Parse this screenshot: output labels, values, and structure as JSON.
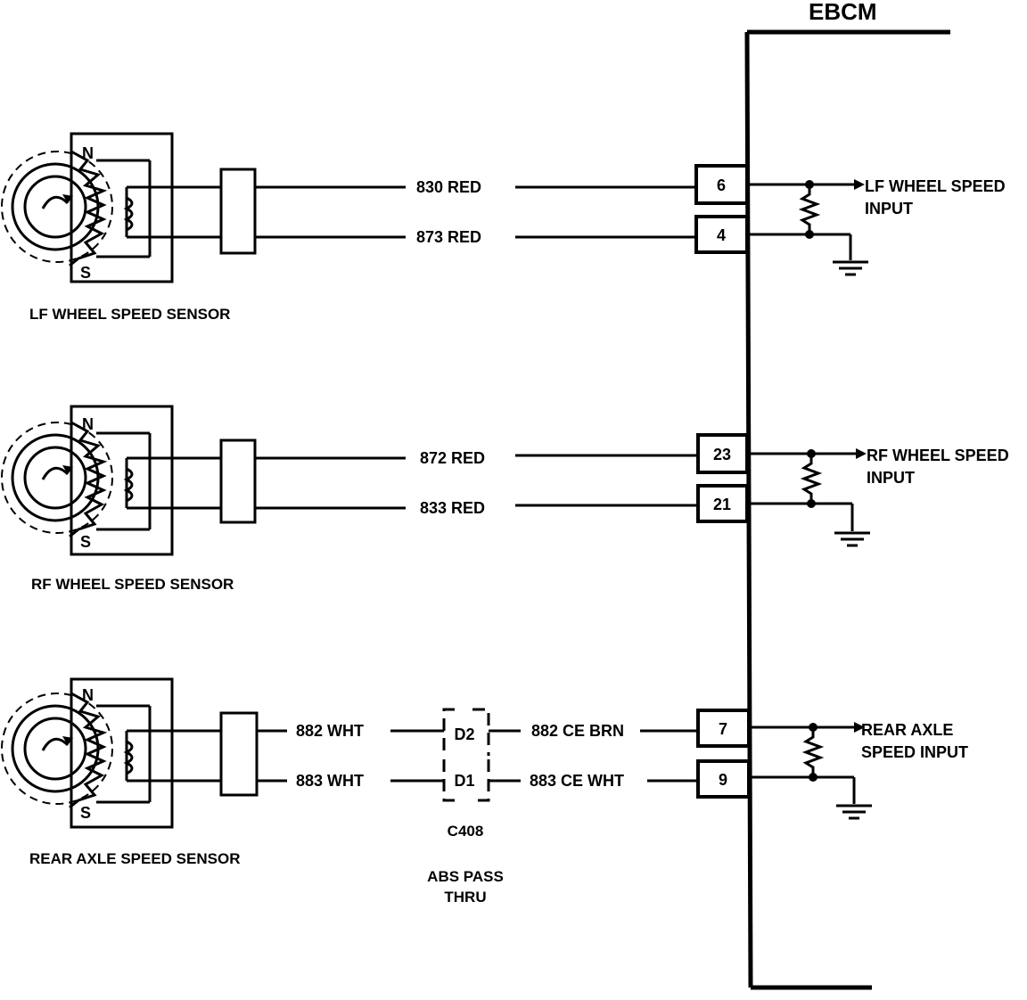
{
  "module": {
    "title": "EBCM"
  },
  "sensors": [
    {
      "label": "LF WHEEL SPEED SENSOR",
      "pole_n": "N",
      "pole_s": "S",
      "wire_top": "830 RED",
      "wire_bottom": "873 RED",
      "pin_top": "6",
      "pin_bottom": "4",
      "input_label": [
        "LF WHEEL SPEED",
        "INPUT"
      ]
    },
    {
      "label": "RF WHEEL SPEED SENSOR",
      "pole_n": "N",
      "pole_s": "S",
      "wire_top": "872 RED",
      "wire_bottom": "833 RED",
      "pin_top": "23",
      "pin_bottom": "21",
      "input_label": [
        "RF WHEEL SPEED",
        "INPUT"
      ]
    },
    {
      "label": "REAR AXLE SPEED  SENSOR",
      "pole_n": "N",
      "pole_s": "S",
      "wire_top": "882 WHT",
      "wire_bottom": "883 WHT",
      "wire_top_out": "882 CE BRN",
      "wire_bottom_out": "883 CE WHT",
      "pin_top": "7",
      "pin_bottom": "9",
      "input_label": [
        "REAR  AXLE",
        "SPEED INPUT"
      ]
    }
  ],
  "connector": {
    "name": "C408",
    "pin_top": "D2",
    "pin_bottom": "D1",
    "caption": [
      "ABS PASS",
      "THRU"
    ]
  }
}
